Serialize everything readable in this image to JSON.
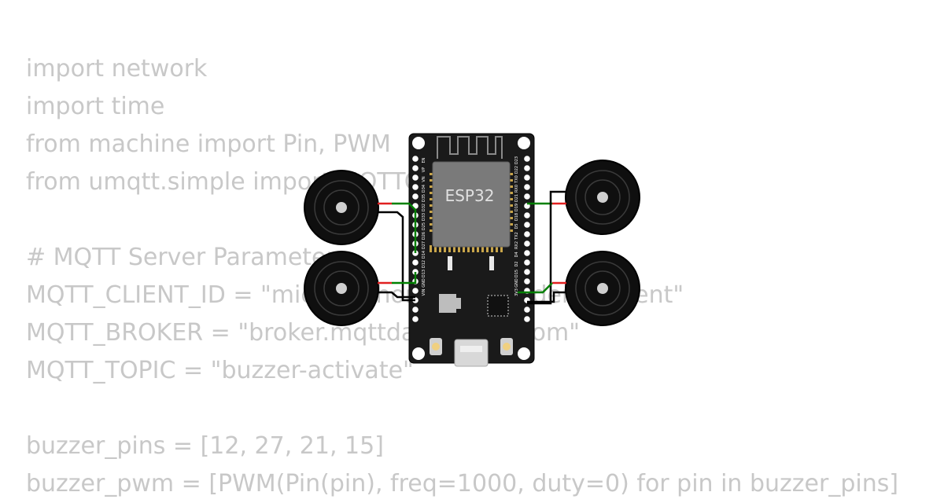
{
  "code_lines": [
    "import network",
    "import time",
    "from machine import Pin, PWM",
    "from umqtt.simple import MQTTClient",
    "",
    "# MQTT Server Parameters",
    "MQTT_CLIENT_ID = \"micropython-weather-demo-client\"",
    "MQTT_BROKER = \"broker.mqttdashboard.com\"",
    "MQTT_TOPIC = \"buzzer-activate\"",
    "",
    "buzzer_pins = [12, 27, 21, 15]",
    "buzzer_pwm = [PWM(Pin(pin), freq=1000, duty=0) for pin in buzzer_pins]"
  ],
  "board": {
    "chip_label": "ESP32",
    "left_pins": [
      "EN",
      "VP",
      "VN",
      "D34",
      "D35",
      "D32",
      "D33",
      "D25",
      "D26",
      "D27",
      "D14",
      "D12",
      "D13",
      "GND",
      "VIN"
    ],
    "right_pins": [
      "D23",
      "D22",
      "TX0",
      "RX0",
      "D21",
      "D19",
      "D18",
      "D5",
      "TX2",
      "RX2",
      "D4",
      "D2",
      "D15",
      "GND",
      "3V3"
    ]
  },
  "buzzers": [
    {
      "id": "buzzer-1",
      "side": "left",
      "pin": "D12"
    },
    {
      "id": "buzzer-2",
      "side": "left",
      "pin": "D27"
    },
    {
      "id": "buzzer-3",
      "side": "right",
      "pin": "D21"
    },
    {
      "id": "buzzer-4",
      "side": "right",
      "pin": "D15"
    }
  ],
  "colors": {
    "code_text": "#c8c8c8",
    "board": "#1a1a1a",
    "chip_shield": "#7a7a7a",
    "wire_green": "#008000",
    "wire_black": "#000000",
    "wire_red": "#e02020"
  }
}
